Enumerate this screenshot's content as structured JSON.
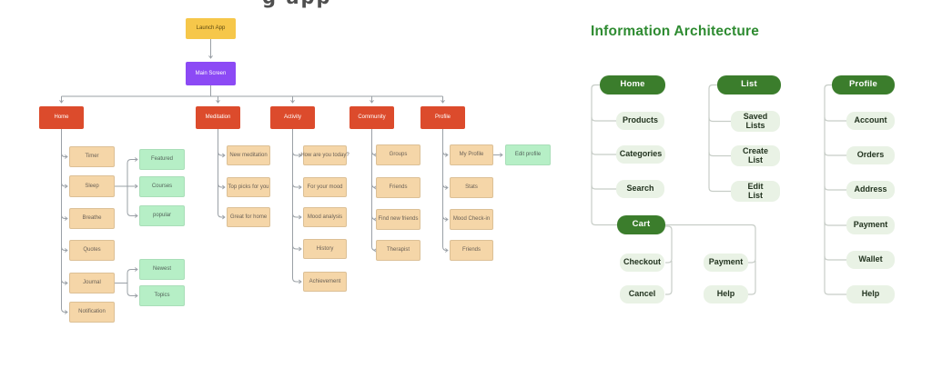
{
  "page": {
    "top_title_fragment": "g app"
  },
  "colors": {
    "flow_start_bg": "#F6C74A",
    "flow_screen_bg": "#8C4AF5",
    "flow_section_bg": "#DC4B2C",
    "flow_item_bg": "#F5D6A8",
    "flow_leaf_bg": "#B6EFC6",
    "flow_line": "#9AA0A6",
    "ia_header_bg": "#3B7D2C",
    "ia_child_bg": "#E9F2E5",
    "ia_line": "#C7CDC7",
    "ia_title_color": "#2E8B31"
  },
  "flow_diagram": {
    "root": {
      "id": "launch",
      "label": "Launch App"
    },
    "main": {
      "id": "main",
      "label": "Main Screen"
    },
    "sections": [
      {
        "id": "home",
        "label": "Home",
        "children": [
          {
            "id": "timer",
            "label": "Timer"
          },
          {
            "id": "sleep",
            "label": "Sleep",
            "children": [
              {
                "id": "featured",
                "label": "Featured"
              },
              {
                "id": "courses",
                "label": "Courses"
              },
              {
                "id": "popular",
                "label": "popular"
              }
            ]
          },
          {
            "id": "breathe",
            "label": "Breathe"
          },
          {
            "id": "quotes",
            "label": "Quotes"
          },
          {
            "id": "journal",
            "label": "Journal",
            "children": [
              {
                "id": "newest",
                "label": "Newest"
              },
              {
                "id": "topics",
                "label": "Topics"
              }
            ]
          },
          {
            "id": "notification",
            "label": "Notification"
          }
        ]
      },
      {
        "id": "meditation",
        "label": "Meditation",
        "children": [
          {
            "id": "new-meditation",
            "label": "New meditation"
          },
          {
            "id": "top-picks",
            "label": "Top picks for you"
          },
          {
            "id": "great-for-home",
            "label": "Great for home"
          }
        ]
      },
      {
        "id": "activity",
        "label": "Activity",
        "children": [
          {
            "id": "how-today",
            "label": "How are you today?"
          },
          {
            "id": "for-mood",
            "label": "For your mood"
          },
          {
            "id": "mood-analysis",
            "label": "Mood analysis"
          },
          {
            "id": "history",
            "label": "History"
          },
          {
            "id": "achievement",
            "label": "Achievement"
          }
        ]
      },
      {
        "id": "community",
        "label": "Community",
        "children": [
          {
            "id": "groups",
            "label": "Groups"
          },
          {
            "id": "friends",
            "label": "Friends"
          },
          {
            "id": "find-friends",
            "label": "Find new friends"
          },
          {
            "id": "therapist",
            "label": "Therapist"
          }
        ]
      },
      {
        "id": "profile",
        "label": "Profile",
        "children": [
          {
            "id": "my-profile",
            "label": "My Profile",
            "children": [
              {
                "id": "edit-profile",
                "label": "Edit profile"
              }
            ]
          },
          {
            "id": "stats",
            "label": "Stats"
          },
          {
            "id": "mood-checkin",
            "label": "Mood Check-in"
          },
          {
            "id": "friends2",
            "label": "Friends"
          }
        ]
      }
    ]
  },
  "ia_diagram": {
    "title": "Information Architecture",
    "columns": [
      {
        "header": "Home",
        "children": [
          "Products",
          "Categories",
          "Search"
        ],
        "cart": {
          "label": "Cart",
          "left_children": [
            "Checkout",
            "Cancel"
          ],
          "right_children": [
            "Payment",
            "Help"
          ]
        }
      },
      {
        "header": "List",
        "children": [
          "Saved\nLists",
          "Create\nList",
          "Edit\nList"
        ]
      },
      {
        "header": "Profile",
        "children": [
          "Account",
          "Orders",
          "Address",
          "Payment",
          "Wallet",
          "Help"
        ]
      }
    ]
  }
}
